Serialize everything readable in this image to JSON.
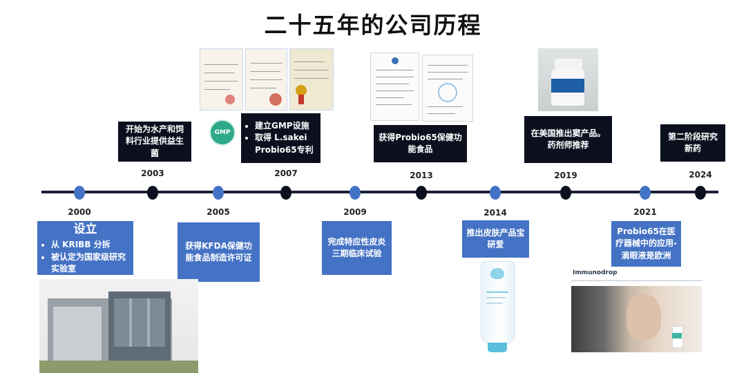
{
  "title": "二十五年的公司历程",
  "milestones": [
    {
      "year": "2000",
      "heading": "设立",
      "lines": [
        "从 KRIBB 分拆",
        "被认定为国家级研究实验室"
      ]
    },
    {
      "year": "2003",
      "text": "开始为水产和饲料行业提供益生菌"
    },
    {
      "year": "2005",
      "text": "获得KFDA保健功能食品制造许可证"
    },
    {
      "year": "2007",
      "lines": [
        "建立GMP设施",
        "取得 L.sakei Probio65专利"
      ]
    },
    {
      "year": "2009",
      "text": "完成特应性皮炎三期临床试验"
    },
    {
      "year": "2013",
      "text": "获得Probio65保健功能食品"
    },
    {
      "year": "2014",
      "text": "推出皮肤产品宝研爱"
    },
    {
      "year": "2019",
      "text": "在美国推出窦产品。药剂师推荐"
    },
    {
      "year": "2021",
      "text": "Probio65在医疗器械中的应用-滴眼液是欧洲"
    },
    {
      "year": "2024",
      "text": "第二阶段研究新药"
    }
  ],
  "images": {
    "gmp_badge": "GMP",
    "immunodrop_label": "Immunodrop"
  },
  "colors": {
    "dark": "#0b0f1e",
    "blue": "#4472c4"
  }
}
